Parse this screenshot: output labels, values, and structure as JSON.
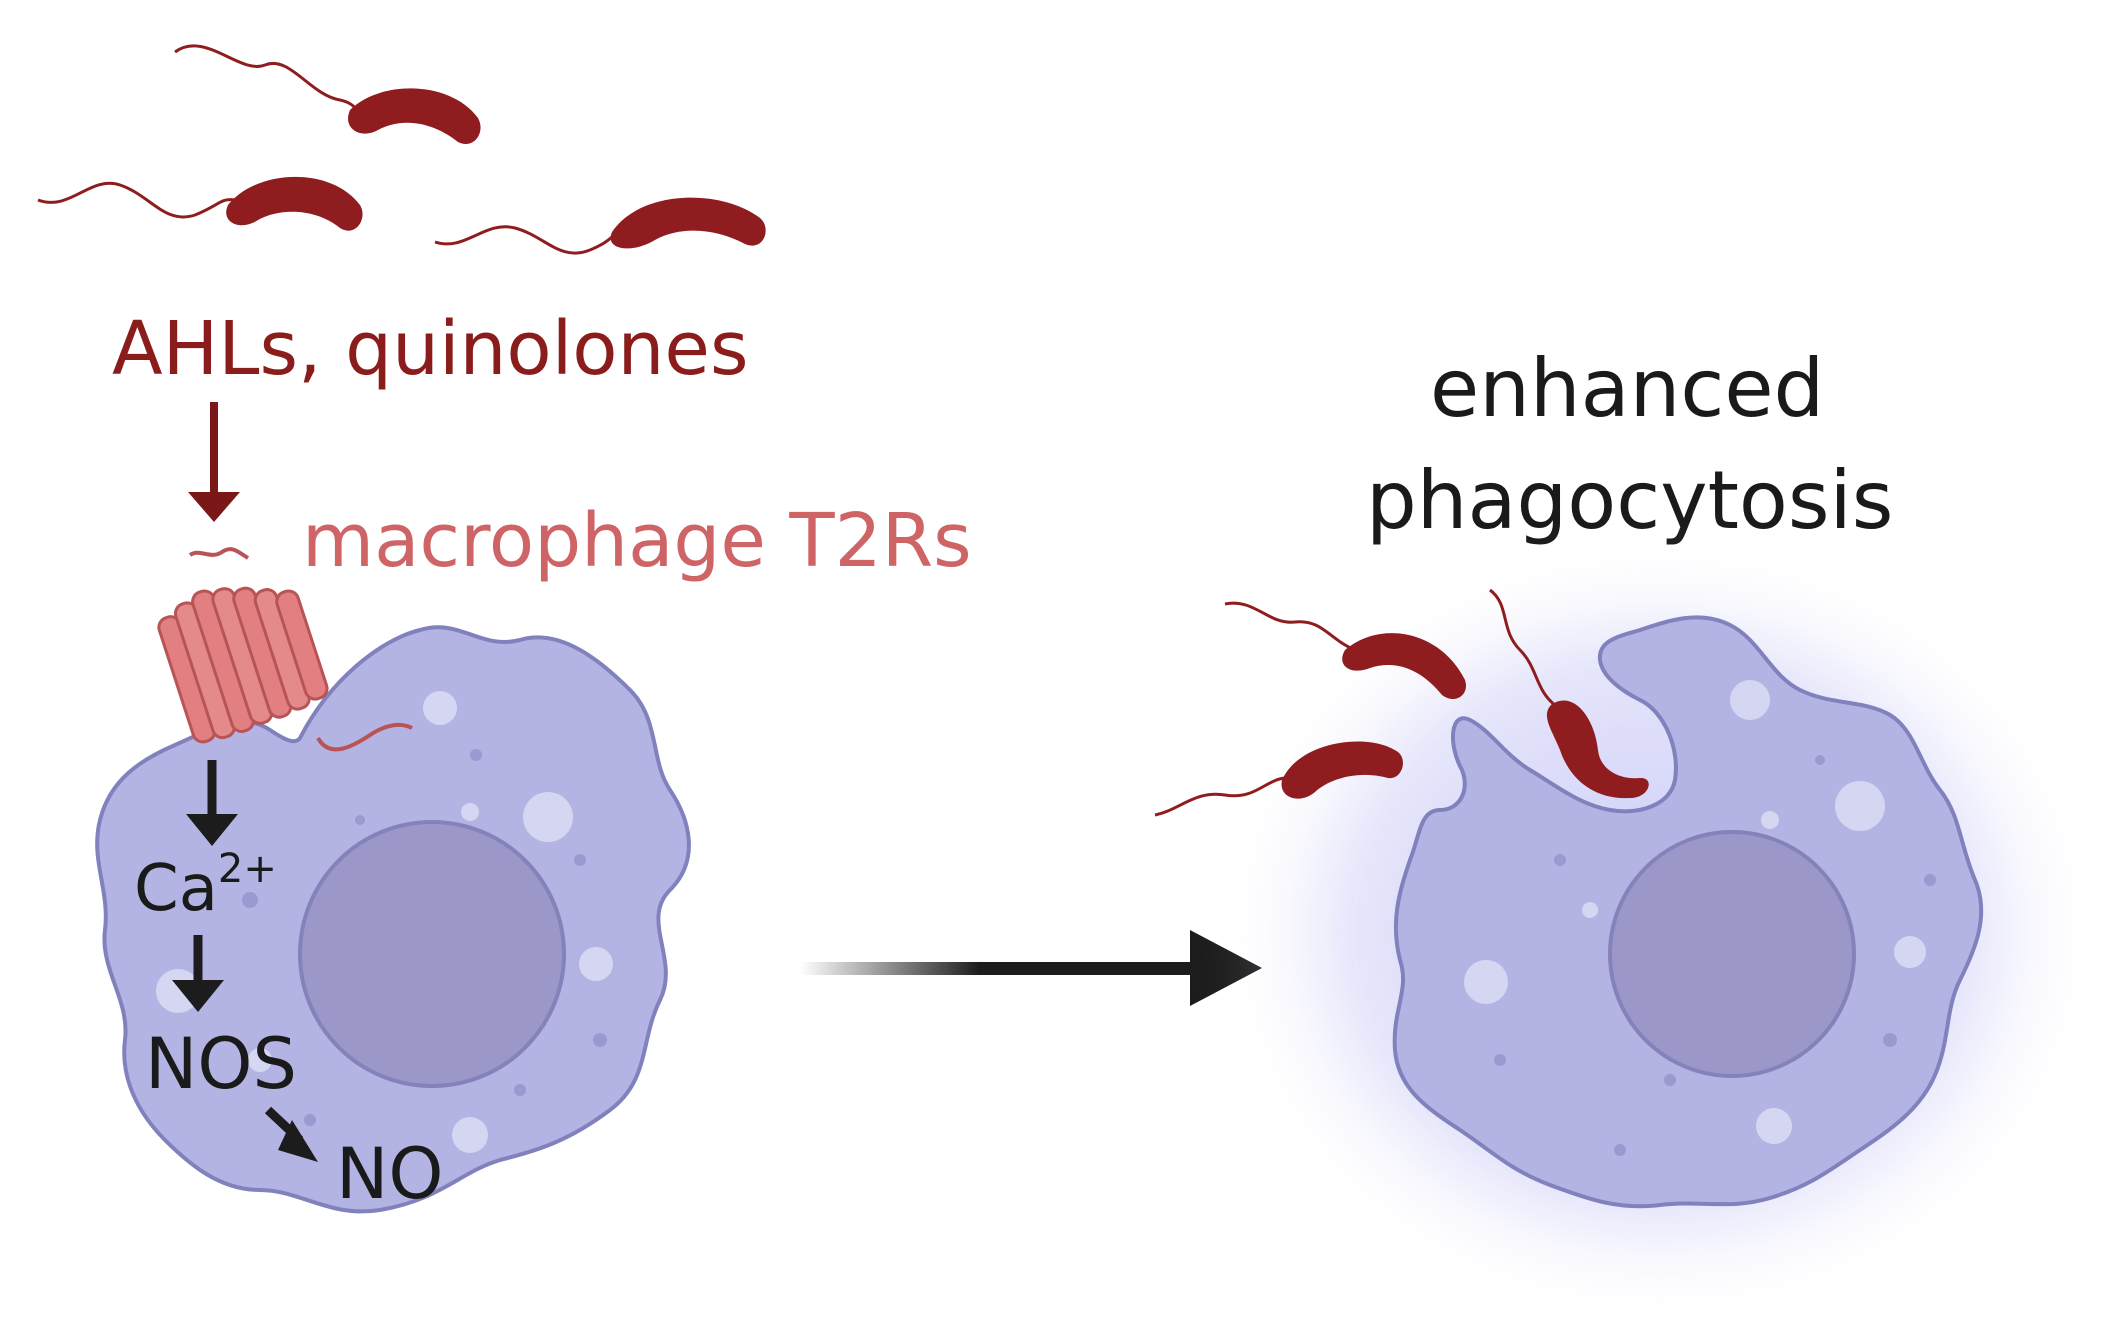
{
  "labels": {
    "signal": "AHLs, quinolones",
    "receptor": "macrophage T2Rs",
    "calcium_base": "Ca",
    "calcium_superscript": "2+",
    "nos": "NOS",
    "no": "NO",
    "outcome_line1": "enhanced",
    "outcome_line2": "phagocytosis"
  },
  "colors": {
    "bacterium": "#8f1d1f",
    "bacterium_dark": "#6e1416",
    "signal_text": "#8b1c1c",
    "receptor_text": "#cf6466",
    "receptor_fill": "#e27f80",
    "cell_fill": "#b3b4e3",
    "cell_outline": "#8081bd",
    "nucleus_fill": "#9b97c9",
    "vesicle_fill": "#d5d7f2",
    "glow": "#9c9cf0",
    "arrow": "#1c1c1c",
    "text_dark": "#1a1a1a"
  },
  "icons": {
    "bacterium": "flagellated-rod-bacterium",
    "receptor": "gpcr-seven-helix-receptor",
    "cell": "macrophage-cell"
  }
}
